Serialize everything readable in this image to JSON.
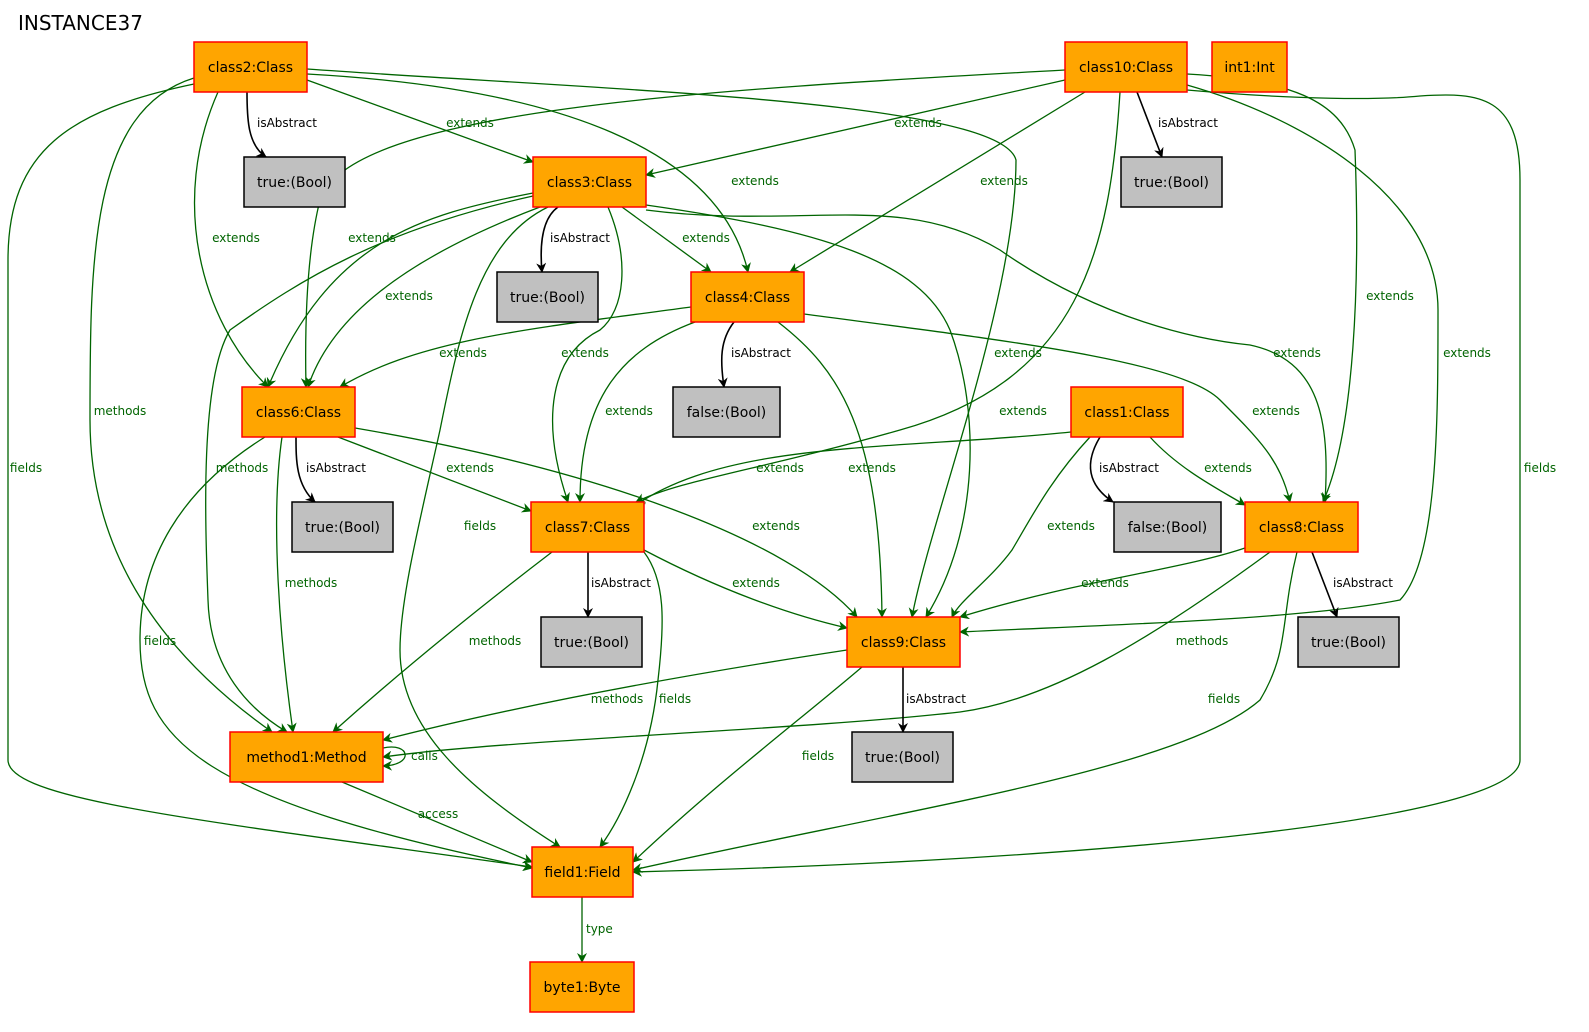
{
  "title": "INSTANCE37",
  "colors": {
    "class_fill": "#ffa500",
    "class_stroke": "#ff0000",
    "value_fill": "#c0c0c0",
    "value_stroke": "#000000",
    "edge_green": "#006400",
    "edge_black": "#000000"
  },
  "nodes": [
    {
      "id": "class2",
      "label": "class2:Class",
      "kind": "class"
    },
    {
      "id": "class10",
      "label": "class10:Class",
      "kind": "class"
    },
    {
      "id": "int1",
      "label": "int1:Int",
      "kind": "class"
    },
    {
      "id": "t_c2",
      "label": "true:(Bool)",
      "kind": "value"
    },
    {
      "id": "t_c10",
      "label": "true:(Bool)",
      "kind": "value"
    },
    {
      "id": "class3",
      "label": "class3:Class",
      "kind": "class"
    },
    {
      "id": "t_c3",
      "label": "true:(Bool)",
      "kind": "value"
    },
    {
      "id": "class4",
      "label": "class4:Class",
      "kind": "class"
    },
    {
      "id": "f_c4",
      "label": "false:(Bool)",
      "kind": "value"
    },
    {
      "id": "class6",
      "label": "class6:Class",
      "kind": "class"
    },
    {
      "id": "class1",
      "label": "class1:Class",
      "kind": "class"
    },
    {
      "id": "t_c6",
      "label": "true:(Bool)",
      "kind": "value"
    },
    {
      "id": "class7",
      "label": "class7:Class",
      "kind": "class"
    },
    {
      "id": "f_c1",
      "label": "false:(Bool)",
      "kind": "value"
    },
    {
      "id": "class8",
      "label": "class8:Class",
      "kind": "class"
    },
    {
      "id": "t_c7",
      "label": "true:(Bool)",
      "kind": "value"
    },
    {
      "id": "class9",
      "label": "class9:Class",
      "kind": "class"
    },
    {
      "id": "t_c8",
      "label": "true:(Bool)",
      "kind": "value"
    },
    {
      "id": "method1",
      "label": "method1:Method",
      "kind": "class"
    },
    {
      "id": "t_c9",
      "label": "true:(Bool)",
      "kind": "value"
    },
    {
      "id": "field1",
      "label": "field1:Field",
      "kind": "class"
    },
    {
      "id": "byte1",
      "label": "byte1:Byte",
      "kind": "class"
    }
  ],
  "edges": [
    {
      "id": "e_c2_isabs",
      "label": "isAbstract",
      "color": "black"
    },
    {
      "id": "e_c2_c3",
      "label": "extends",
      "color": "green"
    },
    {
      "id": "e_c2_c4",
      "label": "extends",
      "color": "green"
    },
    {
      "id": "e_c2_c6",
      "label": "extends",
      "color": "green"
    },
    {
      "id": "e_c2_c9",
      "label": "",
      "color": "green"
    },
    {
      "id": "e_c2_m1",
      "label": "methods",
      "color": "green"
    },
    {
      "id": "e_c2_f1",
      "label": "fields",
      "color": "green"
    },
    {
      "id": "e_c10_isabs",
      "label": "isAbstract",
      "color": "black"
    },
    {
      "id": "e_c10_c3",
      "label": "extends",
      "color": "green"
    },
    {
      "id": "e_c10_c4",
      "label": "extends",
      "color": "green"
    },
    {
      "id": "e_c10_c6",
      "label": "",
      "color": "green"
    },
    {
      "id": "e_c10_c7",
      "label": "extends",
      "color": "green"
    },
    {
      "id": "e_c10_c8",
      "label": "extends",
      "color": "green"
    },
    {
      "id": "e_c10_c9",
      "label": "extends",
      "color": "green"
    },
    {
      "id": "e_c10_f1",
      "label": "fields",
      "color": "green"
    },
    {
      "id": "e_c3_isabs",
      "label": "isAbstract",
      "color": "black"
    },
    {
      "id": "e_c3_c4",
      "label": "extends",
      "color": "green"
    },
    {
      "id": "e_c3_c6a",
      "label": "extends",
      "color": "green"
    },
    {
      "id": "e_c3_c6b",
      "label": "extends",
      "color": "green"
    },
    {
      "id": "e_c3_c7",
      "label": "extends",
      "color": "green"
    },
    {
      "id": "e_c3_c9",
      "label": "extends",
      "color": "green"
    },
    {
      "id": "e_c3_c8",
      "label": "extends",
      "color": "green"
    },
    {
      "id": "e_c3_m1",
      "label": "methods",
      "color": "green"
    },
    {
      "id": "e_c3_f1",
      "label": "fields",
      "color": "green"
    },
    {
      "id": "e_c4_isabs",
      "label": "isAbstract",
      "color": "black"
    },
    {
      "id": "e_c4_c6",
      "label": "extends",
      "color": "green"
    },
    {
      "id": "e_c4_c7",
      "label": "extends",
      "color": "green"
    },
    {
      "id": "e_c4_c9",
      "label": "extends",
      "color": "green"
    },
    {
      "id": "e_c4_c8",
      "label": "extends",
      "color": "green"
    },
    {
      "id": "e_c6_isabs",
      "label": "isAbstract",
      "color": "black"
    },
    {
      "id": "e_c6_c7",
      "label": "extends",
      "color": "green"
    },
    {
      "id": "e_c6_c9",
      "label": "extends",
      "color": "green"
    },
    {
      "id": "e_c6_m1",
      "label": "methods",
      "color": "green"
    },
    {
      "id": "e_c6_f1",
      "label": "fields",
      "color": "green"
    },
    {
      "id": "e_c1_isabs",
      "label": "isAbstract",
      "color": "black"
    },
    {
      "id": "e_c1_c7",
      "label": "extends",
      "color": "green"
    },
    {
      "id": "e_c1_c9",
      "label": "extends",
      "color": "green"
    },
    {
      "id": "e_c1_c8",
      "label": "extends",
      "color": "green"
    },
    {
      "id": "e_c7_isabs",
      "label": "isAbstract",
      "color": "black"
    },
    {
      "id": "e_c7_c9",
      "label": "extends",
      "color": "green"
    },
    {
      "id": "e_c7_m1",
      "label": "methods",
      "color": "green"
    },
    {
      "id": "e_c7_f1",
      "label": "fields",
      "color": "green"
    },
    {
      "id": "e_c8_isabs",
      "label": "isAbstract",
      "color": "black"
    },
    {
      "id": "e_c8_c9",
      "label": "extends",
      "color": "green"
    },
    {
      "id": "e_c8_m1",
      "label": "methods",
      "color": "green"
    },
    {
      "id": "e_c8_f1",
      "label": "fields",
      "color": "green"
    },
    {
      "id": "e_c9_isabs",
      "label": "isAbstract",
      "color": "black"
    },
    {
      "id": "e_c9_m1",
      "label": "methods",
      "color": "green"
    },
    {
      "id": "e_c9_f1",
      "label": "fields",
      "color": "green"
    },
    {
      "id": "e_m1_calls",
      "label": "calls",
      "color": "green"
    },
    {
      "id": "e_m1_f1",
      "label": "access",
      "color": "green"
    },
    {
      "id": "e_f1_b1",
      "label": "type",
      "color": "green"
    }
  ]
}
